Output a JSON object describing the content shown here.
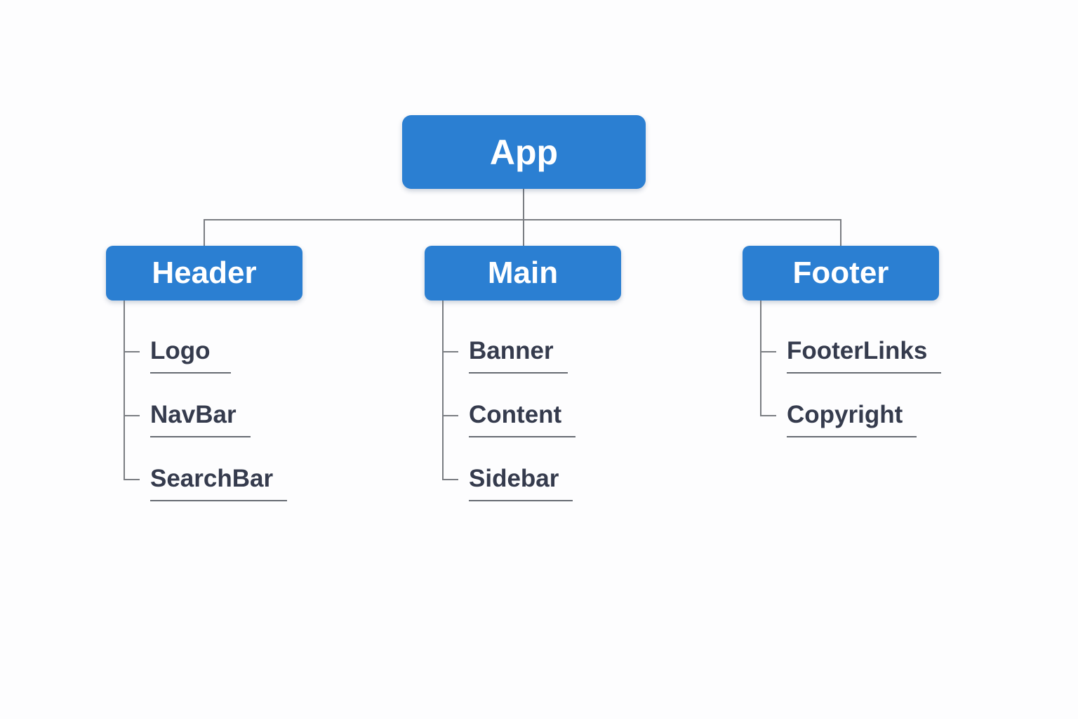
{
  "colors": {
    "node_fill": "#2b7fd2",
    "node_text": "#ffffff",
    "leaf_text": "#353b4d",
    "connector_line": "#7a7d82",
    "underline": "#666b72",
    "background": "#fdfdfe"
  },
  "tree": {
    "root": {
      "label": "App"
    },
    "branches": [
      {
        "label": "Header",
        "children": [
          "Logo",
          "NavBar",
          "SearchBar"
        ]
      },
      {
        "label": "Main",
        "children": [
          "Banner",
          "Content",
          "Sidebar"
        ]
      },
      {
        "label": "Footer",
        "children": [
          "FooterLinks",
          "Copyright"
        ]
      }
    ]
  }
}
